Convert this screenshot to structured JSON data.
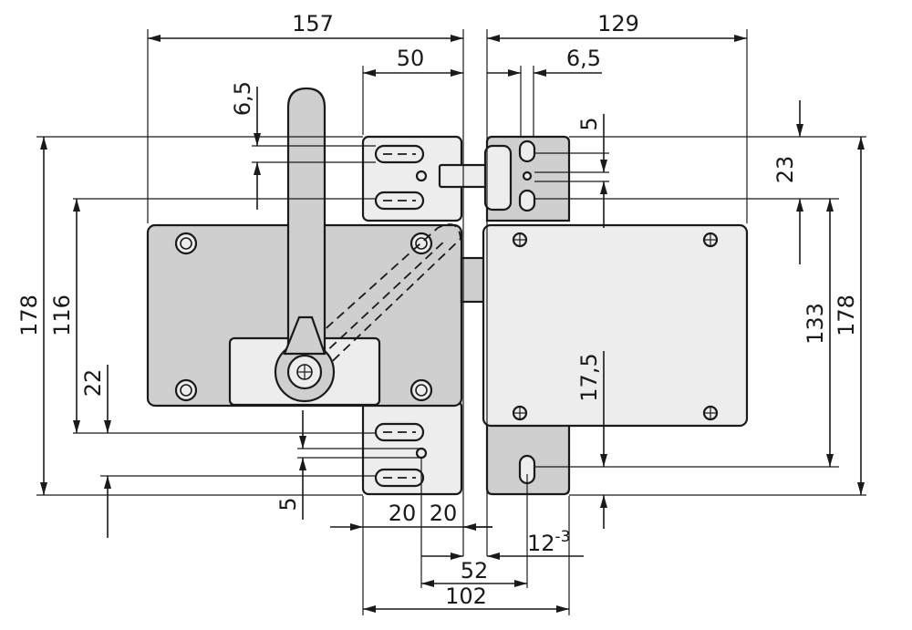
{
  "dimensions": {
    "w157": "157",
    "w129": "129",
    "w50": "50",
    "w6_5_top": "6,5",
    "h6_5_left": "6,5",
    "h5_right": "5",
    "h23": "23",
    "h178_left": "178",
    "h116": "116",
    "h22": "22",
    "h5_bottom": "5",
    "h17_5": "17,5",
    "h133": "133",
    "h178_right": "178",
    "w20_a": "20",
    "w20_b": "20",
    "w12": "12",
    "w12_sup": "-3",
    "w52": "52",
    "w102": "102"
  }
}
